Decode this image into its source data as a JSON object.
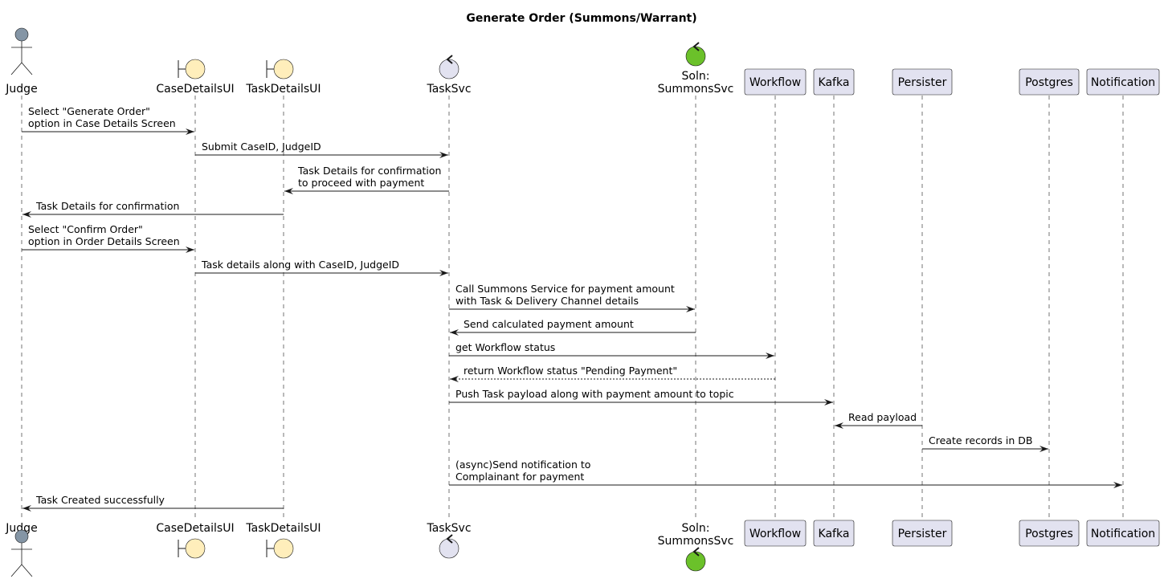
{
  "title": "Generate Order (Summons/Warrant)",
  "colors": {
    "actor": "#8495A5",
    "boundary": "#FFEEBB",
    "control_default": "#E2E2F0",
    "control_soln": "#6BC12A",
    "participant_box": "#E2E2F0",
    "line": "#181818"
  },
  "participants": [
    {
      "id": "judge",
      "kind": "actor",
      "lines": [
        "Judge"
      ]
    },
    {
      "id": "casedetailsui",
      "kind": "boundary-icon",
      "lines": [
        "CaseDetailsUI"
      ]
    },
    {
      "id": "taskdetailsui",
      "kind": "boundary-icon",
      "lines": [
        "TaskDetailsUI"
      ]
    },
    {
      "id": "tasksvc",
      "kind": "control-icon",
      "lines": [
        "TaskSvc"
      ]
    },
    {
      "id": "summonssvc",
      "kind": "control-icon-green",
      "lines": [
        "Soln:",
        "SummonsSvc"
      ]
    },
    {
      "id": "workflow",
      "kind": "participant-box",
      "lines": [
        "Workflow"
      ]
    },
    {
      "id": "kafka",
      "kind": "participant-box",
      "lines": [
        "Kafka"
      ]
    },
    {
      "id": "persister",
      "kind": "participant-box",
      "lines": [
        "Persister"
      ]
    },
    {
      "id": "postgres",
      "kind": "participant-box",
      "lines": [
        "Postgres"
      ]
    },
    {
      "id": "notification",
      "kind": "participant-box",
      "lines": [
        "Notification"
      ]
    }
  ],
  "messages": [
    {
      "from": "judge",
      "to": "casedetailsui",
      "style": "solid",
      "lines": [
        "Select \"Generate Order\"",
        "option in Case Details Screen"
      ]
    },
    {
      "from": "casedetailsui",
      "to": "tasksvc",
      "style": "solid",
      "lines": [
        "Submit CaseID, JudgeID"
      ]
    },
    {
      "from": "tasksvc",
      "to": "taskdetailsui",
      "style": "solid",
      "lines": [
        "Task Details for confirmation",
        " to proceed with payment"
      ]
    },
    {
      "from": "taskdetailsui",
      "to": "judge",
      "style": "solid",
      "lines": [
        "Task Details for confirmation"
      ]
    },
    {
      "from": "judge",
      "to": "casedetailsui",
      "style": "solid",
      "lines": [
        "Select \"Confirm Order\"",
        "option in Order Details Screen"
      ]
    },
    {
      "from": "casedetailsui",
      "to": "tasksvc",
      "style": "solid",
      "lines": [
        "Task details along with CaseID, JudgeID"
      ]
    },
    {
      "from": "tasksvc",
      "to": "summonssvc",
      "style": "solid",
      "lines": [
        "Call Summons Service for payment amount",
        " with Task & Delivery Channel details"
      ]
    },
    {
      "from": "summonssvc",
      "to": "tasksvc",
      "style": "solid",
      "lines": [
        "Send calculated payment amount"
      ]
    },
    {
      "from": "tasksvc",
      "to": "workflow",
      "style": "solid",
      "lines": [
        "get Workflow status"
      ]
    },
    {
      "from": "workflow",
      "to": "tasksvc",
      "style": "dashed",
      "lines": [
        "return Workflow status \"Pending Payment\""
      ]
    },
    {
      "from": "tasksvc",
      "to": "kafka",
      "style": "solid",
      "lines": [
        "Push Task payload along with payment amount to topic"
      ]
    },
    {
      "from": "persister",
      "to": "kafka",
      "style": "solid",
      "lines": [
        "Read payload"
      ]
    },
    {
      "from": "persister",
      "to": "postgres",
      "style": "solid",
      "lines": [
        "Create records in DB"
      ]
    },
    {
      "from": "tasksvc",
      "to": "notification",
      "style": "solid",
      "lines": [
        "(async)Send notification to",
        " Complainant for payment"
      ]
    },
    {
      "from": "taskdetailsui",
      "to": "judge",
      "style": "solid",
      "lines": [
        "Task Created successfully"
      ]
    }
  ]
}
